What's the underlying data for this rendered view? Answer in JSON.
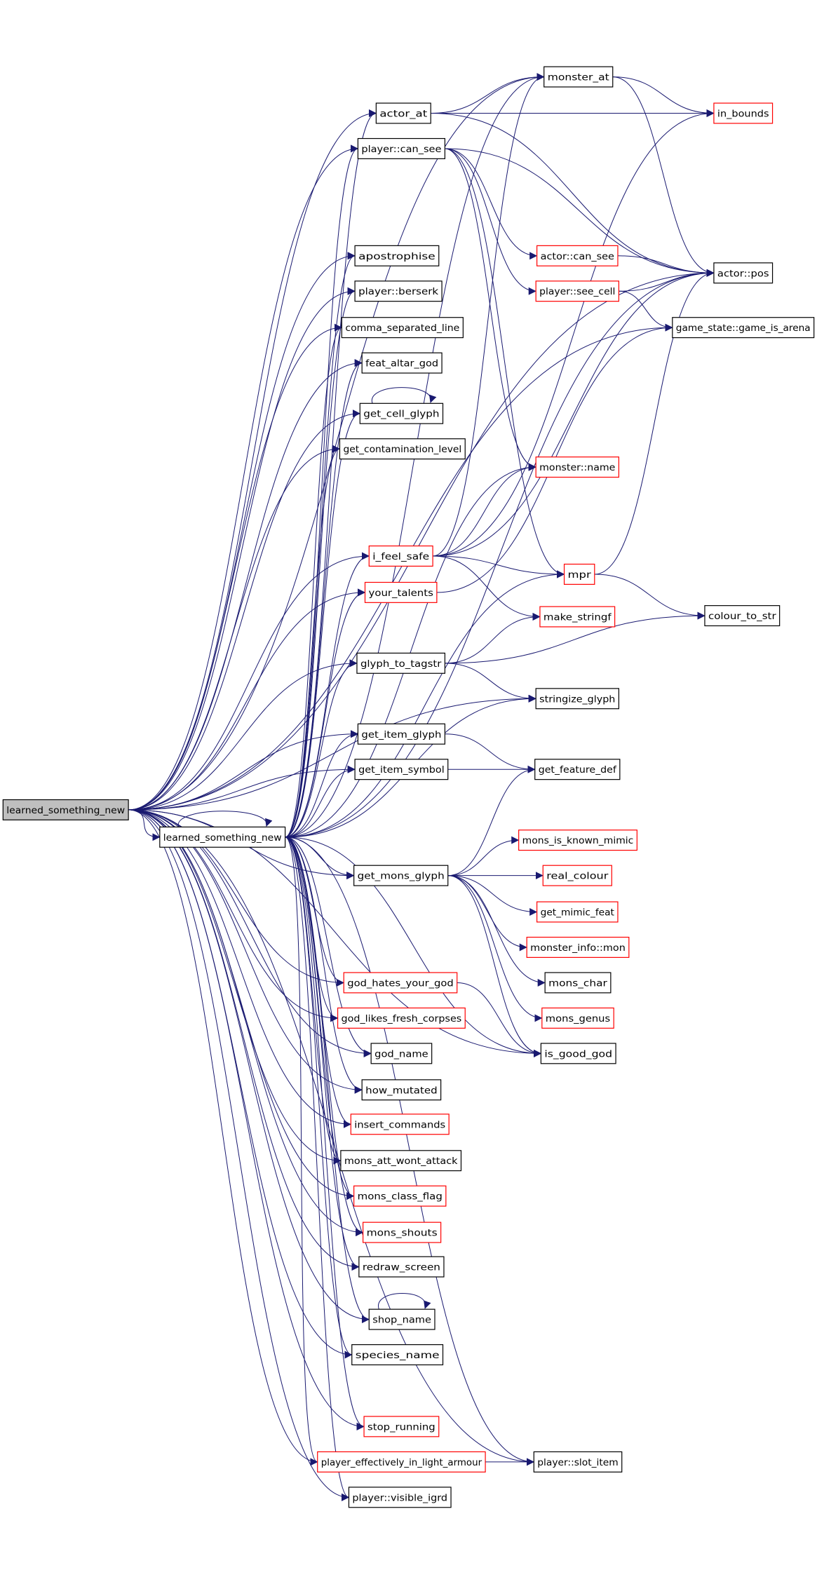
{
  "colors": {
    "edge": "#191970",
    "box_normal": "#000000",
    "box_truncated": "#ff0000",
    "root_fill": "#bfbfbf",
    "background": "#ffffff"
  },
  "nodes": [
    {
      "id": "root",
      "label": "learned_something_new",
      "style": "root"
    },
    {
      "id": "lsn2",
      "label": "learned_something_new",
      "style": "normal"
    },
    {
      "id": "monster_at",
      "label": "monster_at",
      "style": "normal"
    },
    {
      "id": "actor_at",
      "label": "actor_at",
      "style": "normal"
    },
    {
      "id": "in_bounds",
      "label": "in_bounds",
      "style": "truncated"
    },
    {
      "id": "player_can_see",
      "label": "player::can_see",
      "style": "normal"
    },
    {
      "id": "actor_can_see",
      "label": "actor::can_see",
      "style": "truncated"
    },
    {
      "id": "actor_pos",
      "label": "actor::pos",
      "style": "normal"
    },
    {
      "id": "apostrophise",
      "label": "apostrophise",
      "style": "normal"
    },
    {
      "id": "player_berserk",
      "label": "player::berserk",
      "style": "normal"
    },
    {
      "id": "player_see_cell",
      "label": "player::see_cell",
      "style": "truncated"
    },
    {
      "id": "comma_separated_line",
      "label": "comma_separated_line",
      "style": "normal"
    },
    {
      "id": "game_is_arena",
      "label": "game_state::game_is_arena",
      "style": "normal"
    },
    {
      "id": "feat_altar_god",
      "label": "feat_altar_god",
      "style": "normal"
    },
    {
      "id": "get_cell_glyph",
      "label": "get_cell_glyph",
      "style": "normal"
    },
    {
      "id": "get_contamination_level",
      "label": "get_contamination_level",
      "style": "normal"
    },
    {
      "id": "monster_name",
      "label": "monster::name",
      "style": "truncated"
    },
    {
      "id": "i_feel_safe",
      "label": "i_feel_safe",
      "style": "truncated"
    },
    {
      "id": "mpr",
      "label": "mpr",
      "style": "truncated"
    },
    {
      "id": "your_talents",
      "label": "your_talents",
      "style": "truncated"
    },
    {
      "id": "colour_to_str",
      "label": "colour_to_str",
      "style": "normal"
    },
    {
      "id": "make_stringf",
      "label": "make_stringf",
      "style": "truncated"
    },
    {
      "id": "glyph_to_tagstr",
      "label": "glyph_to_tagstr",
      "style": "normal"
    },
    {
      "id": "stringize_glyph",
      "label": "stringize_glyph",
      "style": "normal"
    },
    {
      "id": "get_item_glyph",
      "label": "get_item_glyph",
      "style": "normal"
    },
    {
      "id": "get_item_symbol",
      "label": "get_item_symbol",
      "style": "normal"
    },
    {
      "id": "get_feature_def",
      "label": "get_feature_def",
      "style": "normal"
    },
    {
      "id": "mons_is_known_mimic",
      "label": "mons_is_known_mimic",
      "style": "truncated"
    },
    {
      "id": "get_mons_glyph",
      "label": "get_mons_glyph",
      "style": "normal"
    },
    {
      "id": "real_colour",
      "label": "real_colour",
      "style": "truncated"
    },
    {
      "id": "get_mimic_feat",
      "label": "get_mimic_feat",
      "style": "truncated"
    },
    {
      "id": "monster_info_mon",
      "label": "monster_info::mon",
      "style": "truncated"
    },
    {
      "id": "mons_char",
      "label": "mons_char",
      "style": "normal"
    },
    {
      "id": "god_hates_your_god",
      "label": "god_hates_your_god",
      "style": "truncated"
    },
    {
      "id": "god_likes_fresh_corpses",
      "label": "god_likes_fresh_corpses",
      "style": "truncated"
    },
    {
      "id": "mons_genus",
      "label": "mons_genus",
      "style": "truncated"
    },
    {
      "id": "god_name",
      "label": "god_name",
      "style": "normal"
    },
    {
      "id": "is_good_god",
      "label": "is_good_god",
      "style": "normal"
    },
    {
      "id": "how_mutated",
      "label": "how_mutated",
      "style": "normal"
    },
    {
      "id": "insert_commands",
      "label": "insert_commands",
      "style": "truncated"
    },
    {
      "id": "mons_att_wont_attack",
      "label": "mons_att_wont_attack",
      "style": "normal"
    },
    {
      "id": "mons_class_flag",
      "label": "mons_class_flag",
      "style": "truncated"
    },
    {
      "id": "mons_shouts",
      "label": "mons_shouts",
      "style": "truncated"
    },
    {
      "id": "redraw_screen",
      "label": "redraw_screen",
      "style": "normal"
    },
    {
      "id": "shop_name",
      "label": "shop_name",
      "style": "normal"
    },
    {
      "id": "species_name",
      "label": "species_name",
      "style": "normal"
    },
    {
      "id": "stop_running",
      "label": "stop_running",
      "style": "truncated"
    },
    {
      "id": "player_light_armour",
      "label": "player_effectively_in_light_armour",
      "style": "truncated"
    },
    {
      "id": "player_slot_item",
      "label": "player::slot_item",
      "style": "normal"
    },
    {
      "id": "player_visible_igrd",
      "label": "player::visible_igrd",
      "style": "normal"
    }
  ],
  "edges": [
    [
      "root",
      "monster_at"
    ],
    [
      "root",
      "actor_at"
    ],
    [
      "root",
      "player_can_see"
    ],
    [
      "root",
      "actor_pos"
    ],
    [
      "root",
      "apostrophise"
    ],
    [
      "root",
      "player_berserk"
    ],
    [
      "root",
      "comma_separated_line"
    ],
    [
      "root",
      "game_is_arena"
    ],
    [
      "root",
      "feat_altar_god"
    ],
    [
      "root",
      "get_cell_glyph"
    ],
    [
      "root",
      "get_contamination_level"
    ],
    [
      "root",
      "i_feel_safe"
    ],
    [
      "root",
      "your_talents"
    ],
    [
      "root",
      "glyph_to_tagstr"
    ],
    [
      "root",
      "stringize_glyph"
    ],
    [
      "root",
      "get_item_glyph"
    ],
    [
      "root",
      "get_item_symbol"
    ],
    [
      "root",
      "lsn2"
    ],
    [
      "root",
      "get_mons_glyph"
    ],
    [
      "root",
      "god_hates_your_god"
    ],
    [
      "root",
      "god_likes_fresh_corpses"
    ],
    [
      "root",
      "god_name"
    ],
    [
      "root",
      "how_mutated"
    ],
    [
      "root",
      "insert_commands"
    ],
    [
      "root",
      "mons_att_wont_attack"
    ],
    [
      "root",
      "mons_class_flag"
    ],
    [
      "root",
      "mons_shouts"
    ],
    [
      "root",
      "redraw_screen"
    ],
    [
      "root",
      "shop_name"
    ],
    [
      "root",
      "species_name"
    ],
    [
      "root",
      "is_good_god"
    ],
    [
      "root",
      "stop_running"
    ],
    [
      "root",
      "player_light_armour"
    ],
    [
      "root",
      "player_visible_igrd"
    ],
    [
      "root",
      "player_slot_item"
    ],
    [
      "lsn2",
      "lsn2"
    ],
    [
      "lsn2",
      "actor_at"
    ],
    [
      "lsn2",
      "player_can_see"
    ],
    [
      "lsn2",
      "apostrophise"
    ],
    [
      "lsn2",
      "player_berserk"
    ],
    [
      "lsn2",
      "comma_separated_line"
    ],
    [
      "lsn2",
      "feat_altar_god"
    ],
    [
      "lsn2",
      "get_cell_glyph"
    ],
    [
      "lsn2",
      "get_contamination_level"
    ],
    [
      "lsn2",
      "i_feel_safe"
    ],
    [
      "lsn2",
      "your_talents"
    ],
    [
      "lsn2",
      "glyph_to_tagstr"
    ],
    [
      "lsn2",
      "get_item_glyph"
    ],
    [
      "lsn2",
      "get_item_symbol"
    ],
    [
      "lsn2",
      "get_mons_glyph"
    ],
    [
      "lsn2",
      "god_hates_your_god"
    ],
    [
      "lsn2",
      "god_likes_fresh_corpses"
    ],
    [
      "lsn2",
      "god_name"
    ],
    [
      "lsn2",
      "how_mutated"
    ],
    [
      "lsn2",
      "insert_commands"
    ],
    [
      "lsn2",
      "mons_att_wont_attack"
    ],
    [
      "lsn2",
      "mons_class_flag"
    ],
    [
      "lsn2",
      "mons_shouts"
    ],
    [
      "lsn2",
      "redraw_screen"
    ],
    [
      "lsn2",
      "shop_name"
    ],
    [
      "lsn2",
      "species_name"
    ],
    [
      "lsn2",
      "stop_running"
    ],
    [
      "lsn2",
      "player_light_armour"
    ],
    [
      "lsn2",
      "player_visible_igrd"
    ],
    [
      "lsn2",
      "monster_at"
    ],
    [
      "lsn2",
      "monster_name"
    ],
    [
      "lsn2",
      "mpr"
    ],
    [
      "lsn2",
      "actor_pos"
    ],
    [
      "lsn2",
      "stringize_glyph"
    ],
    [
      "lsn2",
      "player_slot_item"
    ],
    [
      "lsn2",
      "is_good_god"
    ],
    [
      "monster_at",
      "in_bounds"
    ],
    [
      "monster_at",
      "actor_pos"
    ],
    [
      "actor_at",
      "monster_at"
    ],
    [
      "actor_at",
      "in_bounds"
    ],
    [
      "actor_at",
      "actor_pos"
    ],
    [
      "player_can_see",
      "actor_can_see"
    ],
    [
      "player_can_see",
      "actor_pos"
    ],
    [
      "player_can_see",
      "player_see_cell"
    ],
    [
      "player_can_see",
      "monster_name"
    ],
    [
      "player_can_see",
      "mpr"
    ],
    [
      "actor_can_see",
      "actor_pos"
    ],
    [
      "player_see_cell",
      "actor_pos"
    ],
    [
      "player_see_cell",
      "game_is_arena"
    ],
    [
      "get_cell_glyph",
      "get_cell_glyph"
    ],
    [
      "i_feel_safe",
      "monster_at"
    ],
    [
      "i_feel_safe",
      "in_bounds"
    ],
    [
      "i_feel_safe",
      "monster_name"
    ],
    [
      "i_feel_safe",
      "mpr"
    ],
    [
      "i_feel_safe",
      "make_stringf"
    ],
    [
      "i_feel_safe",
      "actor_pos"
    ],
    [
      "your_talents",
      "game_is_arena"
    ],
    [
      "mpr",
      "colour_to_str"
    ],
    [
      "mpr",
      "actor_pos"
    ],
    [
      "glyph_to_tagstr",
      "make_stringf"
    ],
    [
      "glyph_to_tagstr",
      "colour_to_str"
    ],
    [
      "glyph_to_tagstr",
      "stringize_glyph"
    ],
    [
      "get_item_glyph",
      "get_feature_def"
    ],
    [
      "get_item_symbol",
      "get_feature_def"
    ],
    [
      "get_mons_glyph",
      "get_feature_def"
    ],
    [
      "get_mons_glyph",
      "mons_is_known_mimic"
    ],
    [
      "get_mons_glyph",
      "real_colour"
    ],
    [
      "get_mons_glyph",
      "get_mimic_feat"
    ],
    [
      "get_mons_glyph",
      "monster_info_mon"
    ],
    [
      "get_mons_glyph",
      "mons_char"
    ],
    [
      "get_mons_glyph",
      "mons_genus"
    ],
    [
      "get_mons_glyph",
      "is_good_god"
    ],
    [
      "god_hates_your_god",
      "is_good_god"
    ],
    [
      "shop_name",
      "shop_name"
    ],
    [
      "player_light_armour",
      "player_slot_item"
    ]
  ]
}
